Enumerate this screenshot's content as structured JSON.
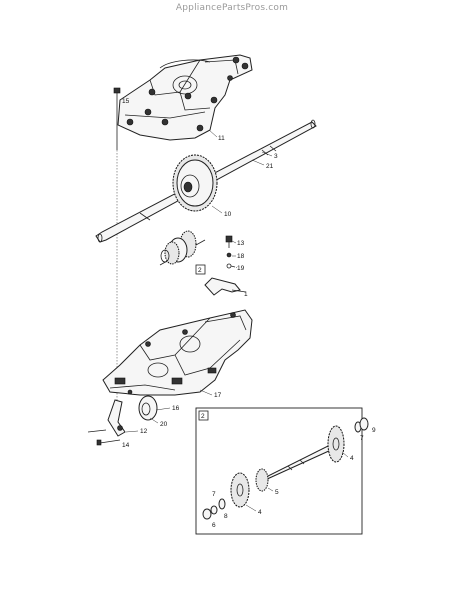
{
  "watermark": "AppliancePartsPros.com",
  "callouts": {
    "c1": "1",
    "c2": "2",
    "c3": "3",
    "c4": "4",
    "c5": "5",
    "c6": "6",
    "c7": "7",
    "c8": "8",
    "c9": "9",
    "c10": "10",
    "c11": "11",
    "c12": "12",
    "c13": "13",
    "c14": "14",
    "c15": "15",
    "c16": "16",
    "c17": "17",
    "c18": "18",
    "c19": "19",
    "c20": "20",
    "c21": "21"
  },
  "detail_box_label": "2"
}
